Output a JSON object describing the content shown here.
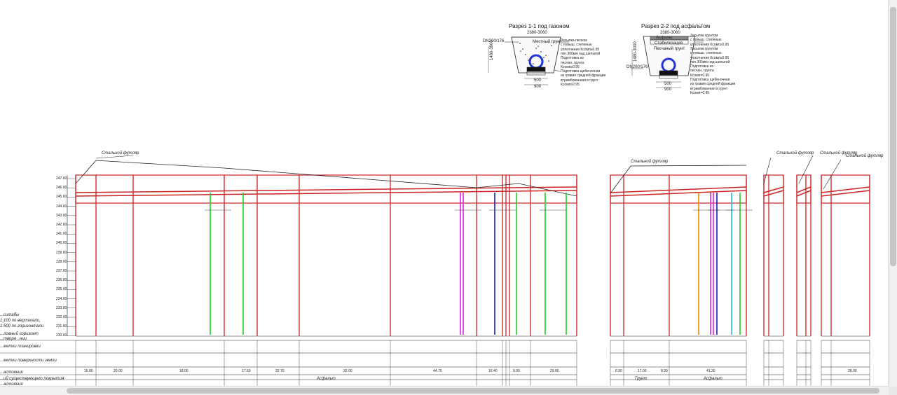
{
  "section1": {
    "title": "Разрез 1-1 под газоном",
    "width_dim": "2380-3060",
    "pipe": "DN200/176",
    "depth_dim": "1480-3000",
    "fill": "Местный грунт",
    "notes": [
      "Засыпка песком",
      "с повыш. степенью",
      "уплотнения Ксомп≥0.95",
      "min.300мм над шелыгой",
      "Подготовка из",
      "песчан. грунта",
      "Ксомп≥0.95",
      "Подготовка щебеночная",
      "из гравия средней фракции",
      "втрамбованная в грунт",
      "Ксомп≥0.95"
    ],
    "base_dims": [
      "500",
      "900"
    ]
  },
  "section2": {
    "title": "Разрез 2-2 под асфальтом",
    "width_dim": "2380-3060",
    "pipe": "DN200/176",
    "depth_dim": "1480-3000",
    "fill_layers": [
      "Асфальт",
      "Стабилизация",
      "Песчаный грунт"
    ],
    "notes": [
      "Засыпка грунтом",
      "с повыш. степенью",
      "уплотнения Ксомп≥0.95",
      "Засыпка грунтом",
      "с повыш. степенью",
      "уплотнения Ксомп≥0.95",
      "min 300мм над шелыгой",
      "Подготовка из",
      "песчан. грунта",
      "Ксомп=0.95",
      "Подготовка щебеночная",
      "из гравия средней фракции",
      "втрамбованная в грунт",
      "Ксомп=0.95"
    ],
    "base_dims": [
      "500",
      "900"
    ]
  },
  "profile": {
    "callout": "Стальной футляр",
    "elevations": [
      "247.00",
      "246.00",
      "245.00",
      "244.00",
      "243.00",
      "242.00",
      "241.00",
      "240.00",
      "239.00",
      "238.00",
      "237.00",
      "236.00",
      "235.00",
      "234.00",
      "233.00",
      "232.00",
      "231.00",
      "230.00"
    ],
    "scale_lines": [
      "...ситабы",
      "1:100 по вертикали,",
      "1:500 по горизонтали",
      "...ловный горизонт",
      "...твора ..нии"
    ],
    "row_labels": [
      "...метки планировки",
      "...метки поверхности земли",
      "...астояния",
      "...ий существующего покрытия",
      "...астояния"
    ],
    "distances": [
      "15.00",
      "20.00",
      "18.00",
      "17.50",
      "22.70",
      "32.00",
      "44.70",
      "16.40",
      "9.00",
      "29.00",
      "6.30",
      "17.00",
      "8.30",
      "41.30",
      "28.00"
    ],
    "cover_1": "Асфальт",
    "cover_2": "Грунт",
    "cover_3": "Асфальт"
  },
  "colors": {
    "outline": "#cc2222",
    "green": "#22cc22",
    "magenta": "#e020e0",
    "blue": "#1a1aa8",
    "orange": "#f08000",
    "cyan": "#20c0e0",
    "black": "#222222"
  }
}
